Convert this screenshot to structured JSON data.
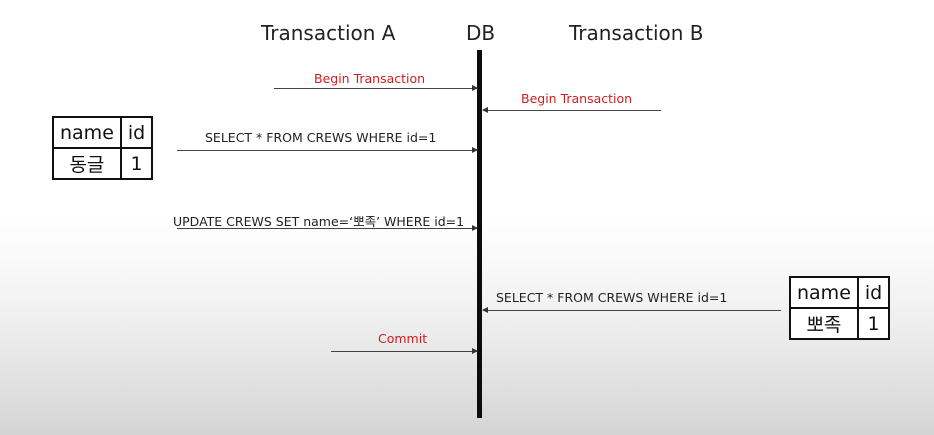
{
  "diagram": {
    "columns": {
      "transaction_a": "Transaction A",
      "db": "DB",
      "transaction_b": "Transaction B"
    },
    "messages": [
      {
        "text": "Begin Transaction",
        "from": "Transaction A",
        "to": "DB",
        "color": "#cc1f1f"
      },
      {
        "text": "Begin Transaction",
        "from": "Transaction B",
        "to": "DB",
        "color": "#cc1f1f"
      },
      {
        "text": "SELECT * FROM CREWS WHERE id=1",
        "from": "Transaction A",
        "to": "DB",
        "color": "#222222"
      },
      {
        "text": "UPDATE CREWS SET name=‘뽀족’ WHERE id=1",
        "from": "Transaction A",
        "to": "DB",
        "color": "#222222"
      },
      {
        "text": "SELECT * FROM CREWS WHERE id=1",
        "from": "Transaction B",
        "to": "DB",
        "color": "#222222"
      },
      {
        "text": "Commit",
        "from": "Transaction A",
        "to": "DB",
        "color": "#cc1f1f"
      }
    ],
    "result_a": {
      "headers": [
        "name",
        "id"
      ],
      "row": [
        "동글",
        "1"
      ]
    },
    "result_b": {
      "headers": [
        "name",
        "id"
      ],
      "row": [
        "뽀족",
        "1"
      ]
    }
  }
}
